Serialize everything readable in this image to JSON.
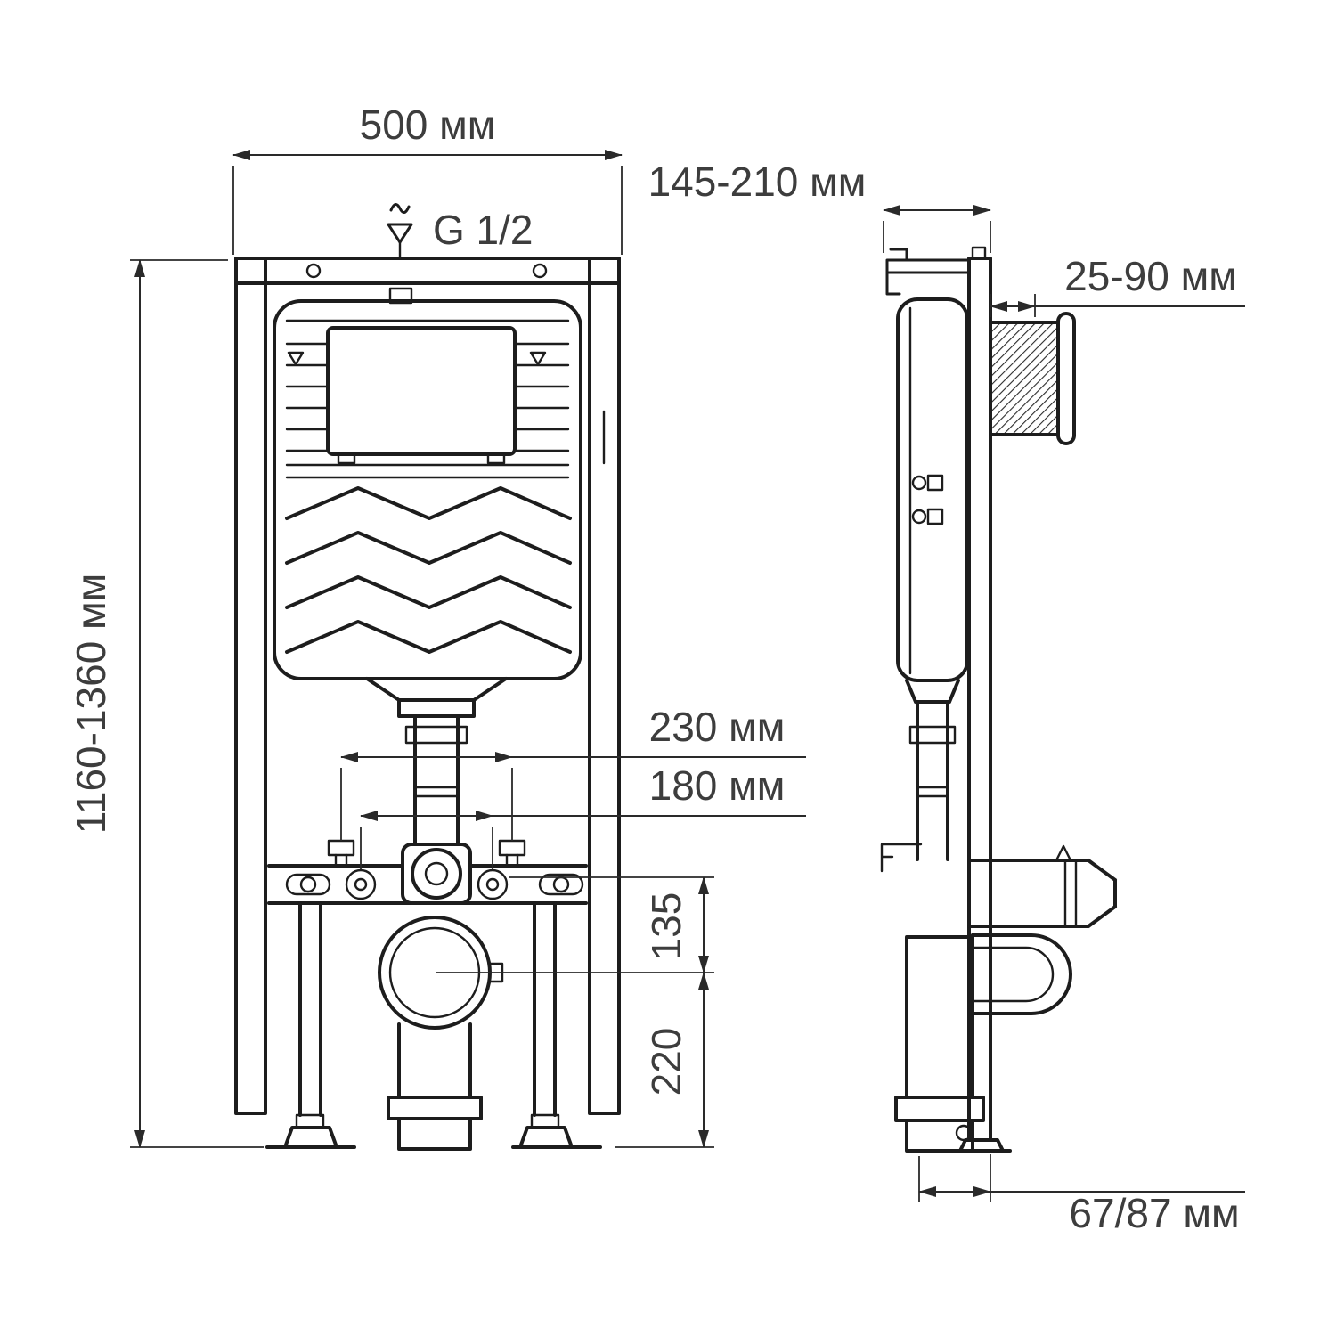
{
  "labels": {
    "width": "500 мм",
    "water_inlet": "G 1/2",
    "mounting_depth": "145-210 мм",
    "button_range": "25-90 мм",
    "height": "1160-1360 мм",
    "spacing_outer": "230 мм",
    "spacing_inner": "180 мм",
    "outlet_rise": "135",
    "outlet_height": "220",
    "outlet_depth": "67/87 мм"
  }
}
